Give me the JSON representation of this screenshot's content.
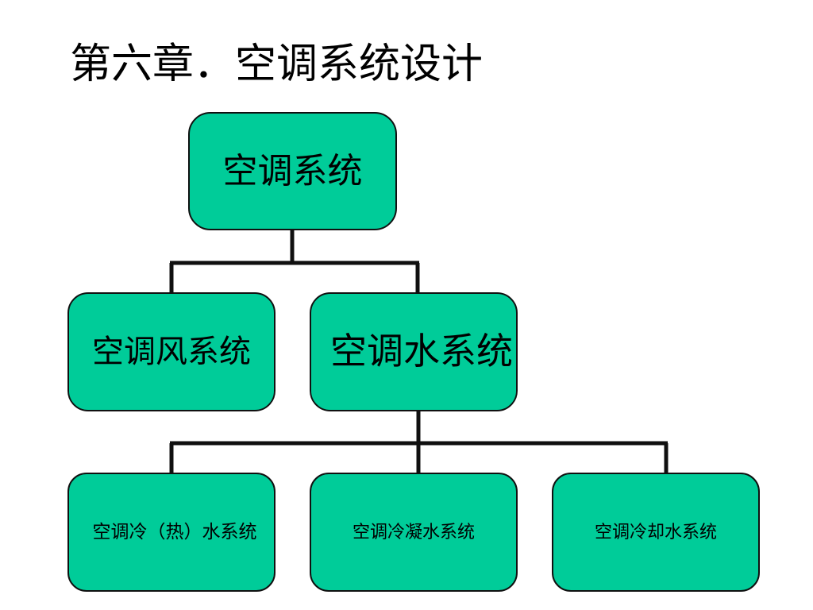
{
  "slide": {
    "title": "第六章．空调系统设计",
    "background_color": "#FFFFFF",
    "node_fill_color": "#00CC99",
    "node_border_color": "#101010",
    "text_color": "#000000"
  },
  "diagram": {
    "type": "tree",
    "levels": [
      {
        "level": 1,
        "nodes": [
          {
            "id": "root",
            "label": "空调系统"
          }
        ]
      },
      {
        "level": 2,
        "nodes": [
          {
            "id": "air",
            "label": "空调风系统"
          },
          {
            "id": "water",
            "label": "空调水系统"
          }
        ]
      },
      {
        "level": 3,
        "nodes": [
          {
            "id": "chilled",
            "label": "空调冷（热）水系统"
          },
          {
            "id": "condensate",
            "label": "空调冷凝水系统"
          },
          {
            "id": "cooling",
            "label": "空调冷却水系统"
          }
        ]
      }
    ],
    "edges": [
      {
        "from": "root",
        "to": "air"
      },
      {
        "from": "root",
        "to": "water"
      },
      {
        "from": "water",
        "to": "chilled"
      },
      {
        "from": "water",
        "to": "condensate"
      },
      {
        "from": "water",
        "to": "cooling"
      }
    ]
  }
}
